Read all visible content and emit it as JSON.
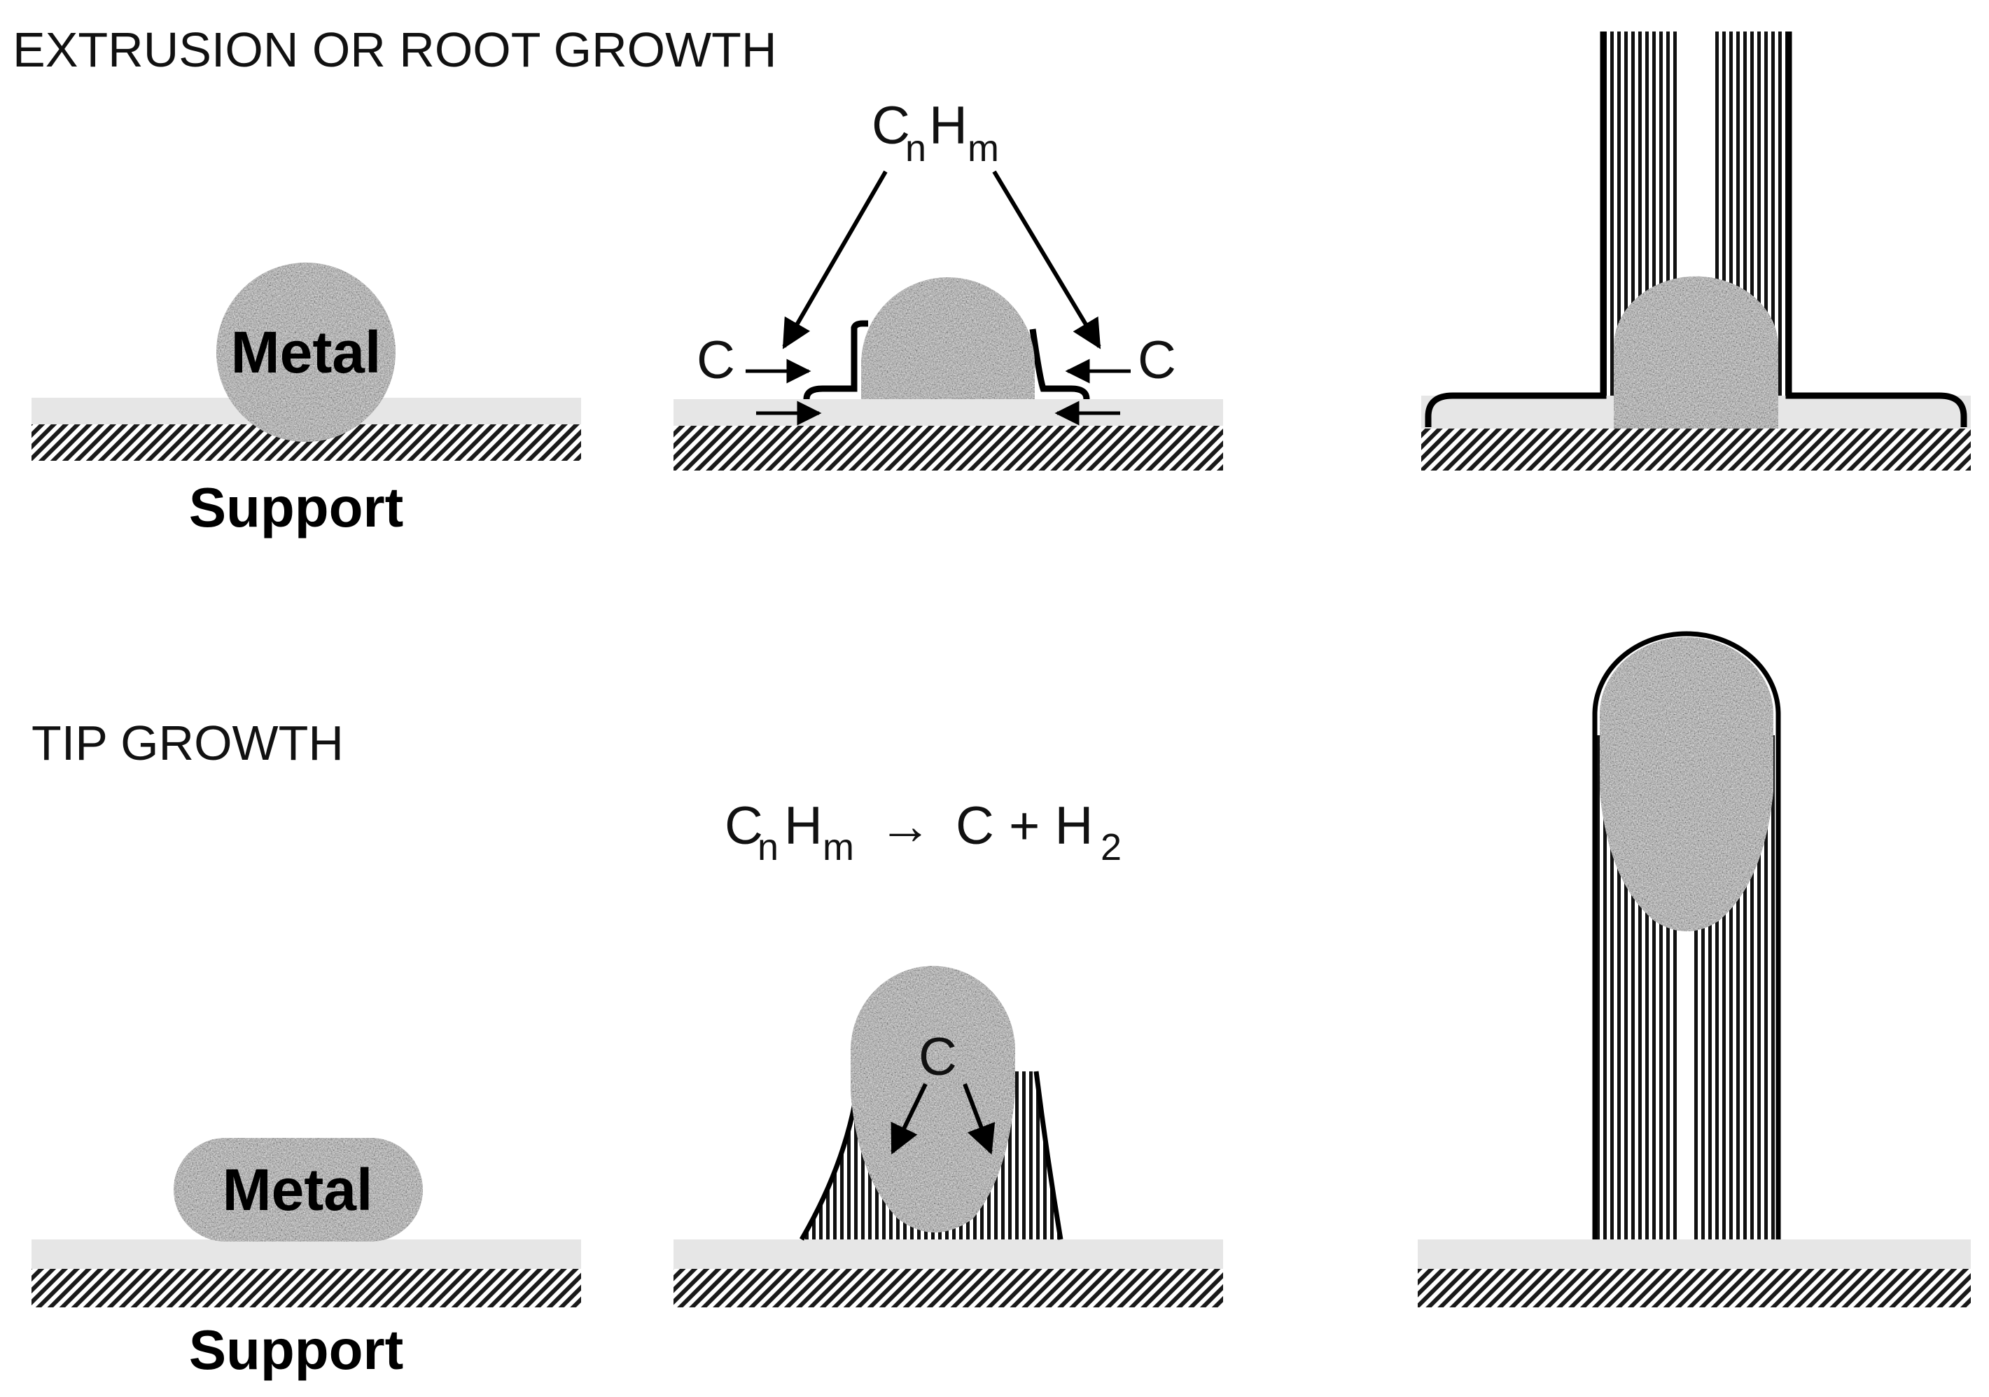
{
  "headings": {
    "root_growth": "EXTRUSION OR ROOT GROWTH",
    "tip_growth": "TIP GROWTH"
  },
  "labels": {
    "metal": "Metal",
    "support": "Support",
    "carbon": "C"
  },
  "formula_root": {
    "C": "C",
    "n": "n",
    "H": "H",
    "m": "m"
  },
  "formula_tip": {
    "C": "C",
    "n": "n",
    "H": "H",
    "m": "m",
    "arrow": "→",
    "rhs": "C + H",
    "two": "2"
  },
  "colors": {
    "metal_fill": "#a9a9a9",
    "support_top": "#e6e6e6",
    "hatch": "#1a1a1a",
    "carbon_stripes": "#111111"
  }
}
